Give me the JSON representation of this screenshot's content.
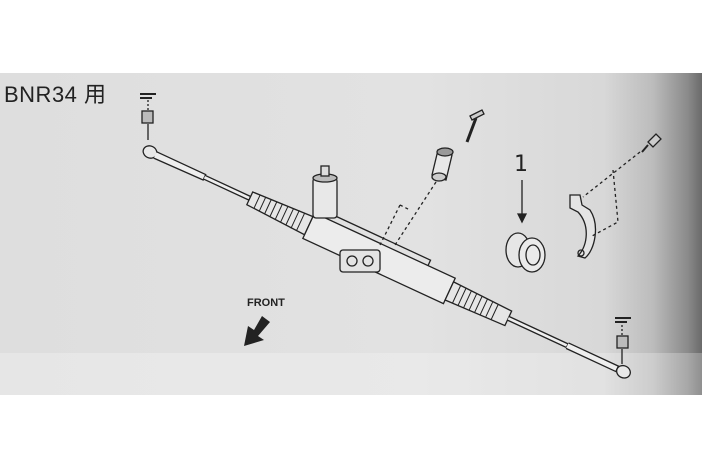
{
  "diagram": {
    "title": "BNR34 用",
    "part_callout": "1",
    "direction_label": "FRONT",
    "colors": {
      "paper": "#dedede",
      "ink": "#222222"
    }
  }
}
